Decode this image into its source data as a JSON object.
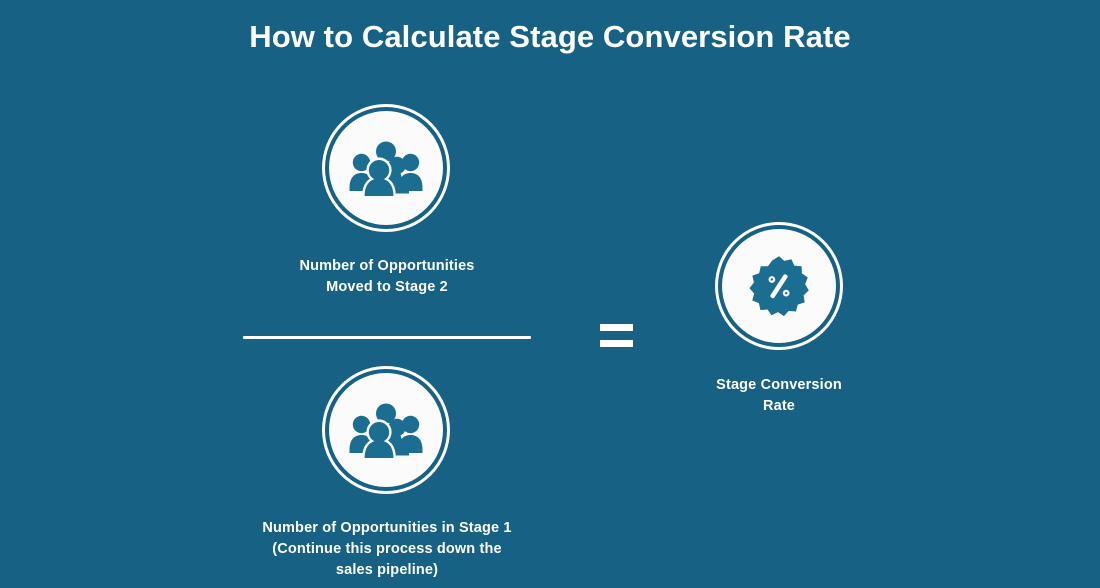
{
  "theme": {
    "background_color": "#166184",
    "accent_color": "#1b6d91",
    "text_color": "#ffffff",
    "disc_color": "#fbfbfb"
  },
  "header": {
    "title": "How to Calculate Stage Conversion Rate"
  },
  "formula": {
    "numerator": {
      "icon": "people-group-icon",
      "caption_lines": [
        "Number of Opportunities",
        "Moved to Stage 2"
      ]
    },
    "denominator": {
      "icon": "people-group-icon",
      "caption_lines": [
        "Number of Opportunities in Stage 1",
        "(Continue this process down the",
        "sales pipeline)"
      ]
    },
    "divider": {
      "name": "fraction-bar"
    },
    "operator": {
      "symbol": "=",
      "name": "equals-sign"
    },
    "result": {
      "icon": "percent-badge-icon",
      "caption_lines": [
        "Stage Conversion",
        "Rate"
      ]
    }
  }
}
